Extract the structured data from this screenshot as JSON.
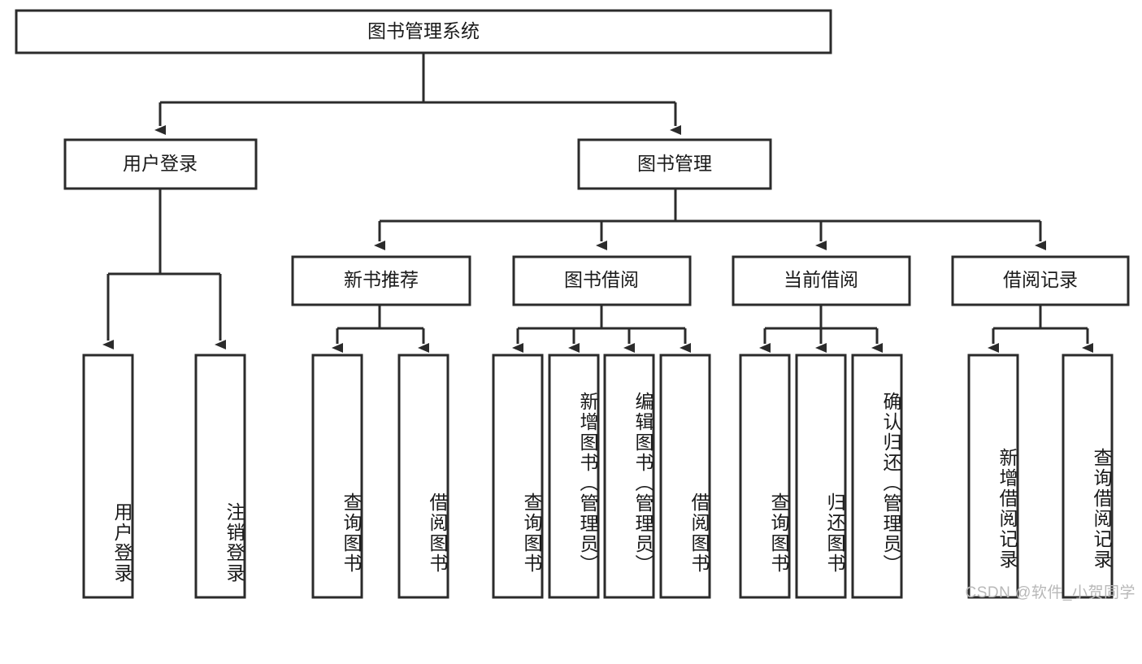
{
  "diagram": {
    "title": "图书管理系统",
    "watermark": "CSDN @软件_小贺同学",
    "colors": {
      "stroke": "#2b2b2b",
      "fill": "#ffffff",
      "text": "#1a1a1a",
      "watermark": "#b8b8b8"
    },
    "root": {
      "label": "图书管理系统",
      "level": 0
    },
    "level1": [
      {
        "label": "用户登录"
      },
      {
        "label": "图书管理"
      }
    ],
    "level2": [
      {
        "label": "新书推荐"
      },
      {
        "label": "图书借阅"
      },
      {
        "label": "当前借阅"
      },
      {
        "label": "借阅记录"
      }
    ],
    "leaves": {
      "user_login": [
        {
          "label": "用户登录"
        },
        {
          "label": "注销登录"
        }
      ],
      "new_book_recommend": [
        {
          "label": "查询图书"
        },
        {
          "label": "借阅图书"
        }
      ],
      "book_borrow": [
        {
          "label": "查询图书"
        },
        {
          "label": "新增图书（管理员）"
        },
        {
          "label": "编辑图书（管理员）"
        },
        {
          "label": "借阅图书"
        }
      ],
      "current_borrow": [
        {
          "label": "查询图书"
        },
        {
          "label": "归还图书"
        },
        {
          "label": "确认归还（管理员）"
        }
      ],
      "borrow_record": [
        {
          "label": "新增借阅记录"
        },
        {
          "label": "查询借阅记录"
        }
      ]
    }
  }
}
